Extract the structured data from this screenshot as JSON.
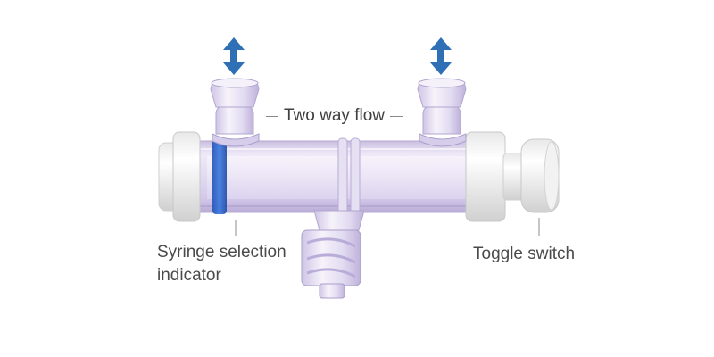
{
  "labels": {
    "flow": "Two way flow",
    "syringe_line1": "Syringe selection",
    "syringe_line2": "indicator",
    "toggle": "Toggle switch"
  },
  "icons": {
    "flow_arrows": "double-headed-vertical-arrow"
  },
  "colors": {
    "arrow": "#2f6fb5",
    "indicator_band": "#2a63c9",
    "barrel": "#ddd4ef",
    "end_cap": "#f6f6f6",
    "label_text": "#4a4a4a"
  }
}
